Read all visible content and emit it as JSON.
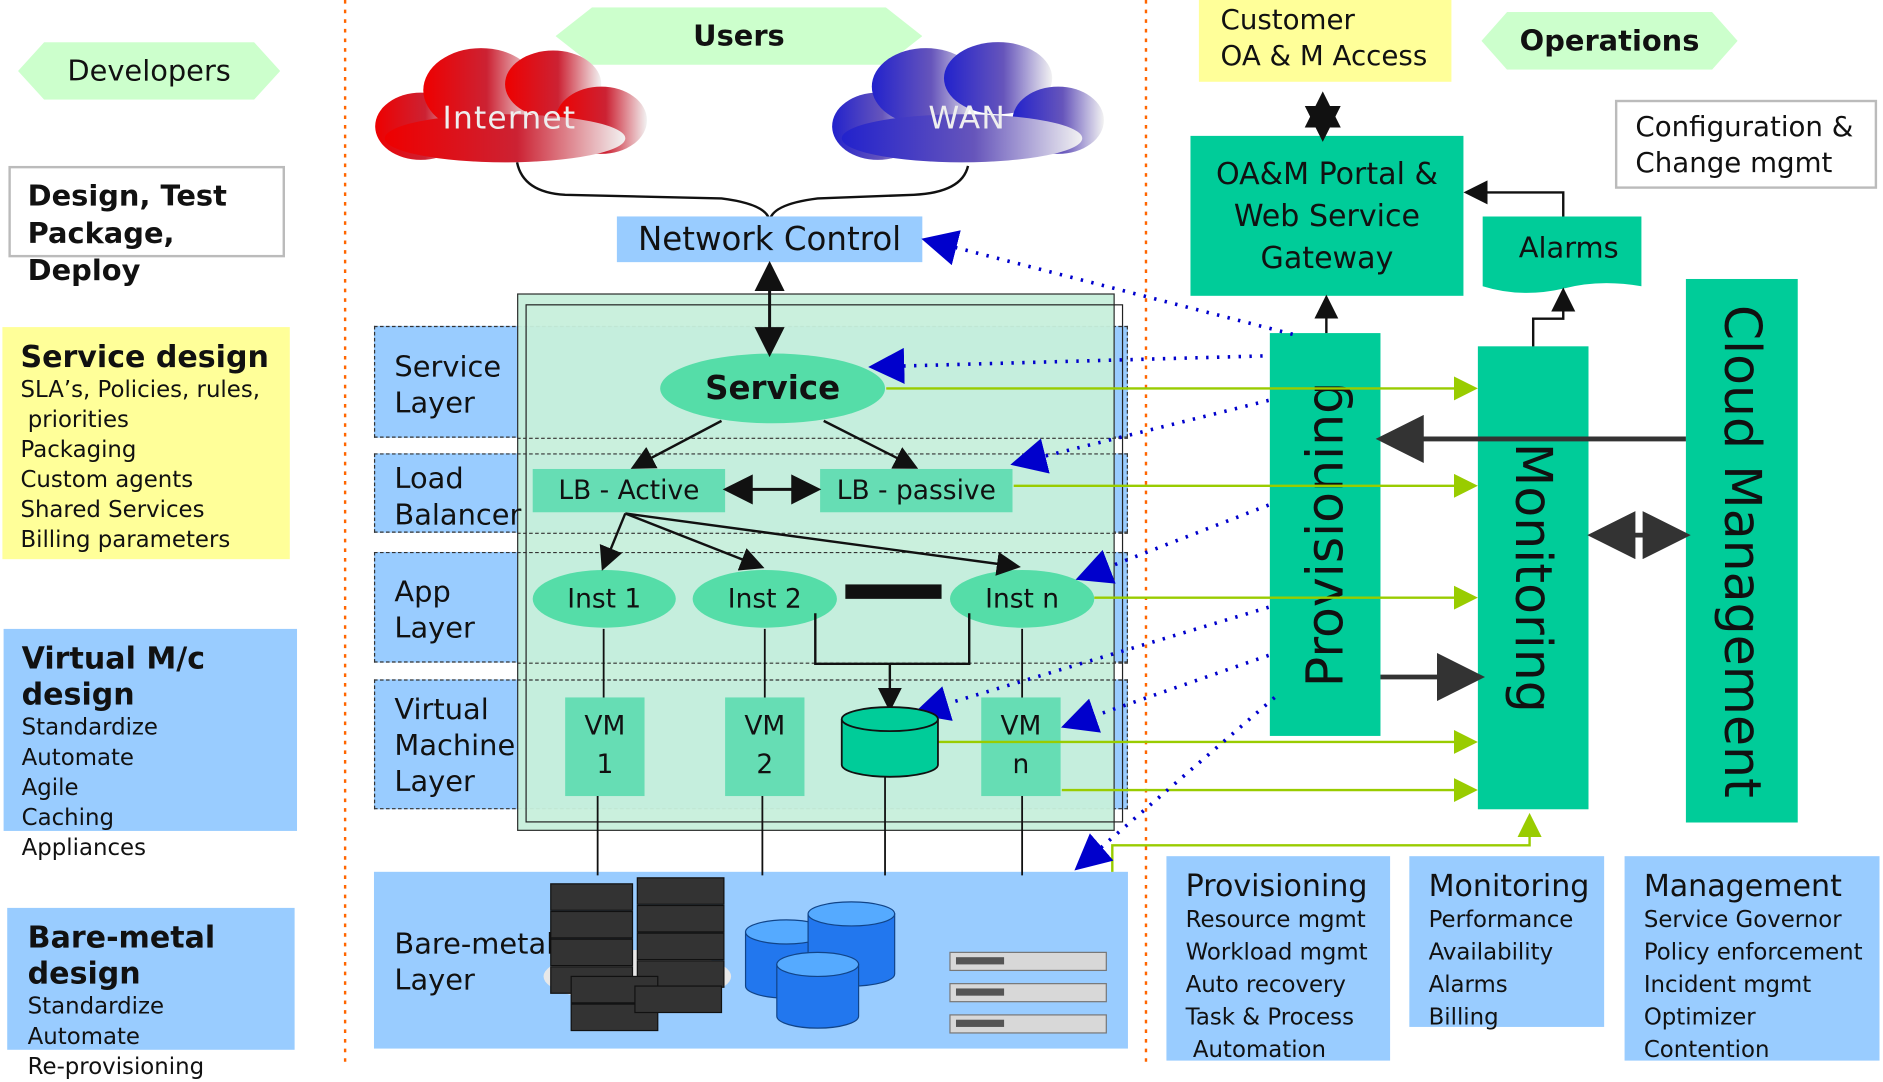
{
  "columns": {
    "developers": "Developers",
    "users": "Users",
    "customer": [
      "Customer",
      "OA & M Access"
    ],
    "operations": "Operations"
  },
  "left": {
    "design_box": [
      "Design, Test",
      "Package, Deploy"
    ],
    "service_design": {
      "title": "Service design",
      "lines": [
        "SLA’s, Policies, rules,",
        " priorities",
        "Packaging",
        "Custom agents",
        "Shared Services",
        "Billing parameters"
      ]
    },
    "vm_design": {
      "title": "Virtual M/c design",
      "lines": [
        "Standardize",
        "Automate",
        "Agile",
        "Caching",
        "Appliances"
      ]
    },
    "bare_design": {
      "title": "Bare-metal design",
      "lines": [
        "Standardize",
        "Automate",
        "Re-provisioning"
      ]
    }
  },
  "center": {
    "clouds": [
      "Internet",
      "WAN"
    ],
    "network_control": "Network Control",
    "layers": {
      "service": [
        "Service",
        "Layer"
      ],
      "lb": [
        "Load",
        "Balancer"
      ],
      "app": [
        "App",
        "Layer"
      ],
      "vm": [
        "Virtual",
        "Machine",
        "Layer"
      ],
      "bare": [
        "Bare-metal",
        "Layer"
      ]
    },
    "service_node": "Service",
    "lb_active": "LB - Active",
    "lb_passive": "LB - passive",
    "inst": [
      "Inst 1",
      "Inst 2",
      "Inst n"
    ],
    "vms": [
      [
        "VM",
        "1"
      ],
      [
        "VM",
        "2"
      ],
      [
        "VM",
        "n"
      ]
    ]
  },
  "right": {
    "portal": [
      "OA&M Portal &",
      "Web Service",
      "Gateway"
    ],
    "alarms": "Alarms",
    "config": [
      "Configuration &",
      "Change mgmt"
    ],
    "provisioning_bar": "Provisioning",
    "monitoring_bar": "Monitoring",
    "cloud_bar": "Cloud Management",
    "prov_box": {
      "title": "Provisioning",
      "lines": [
        "Resource mgmt",
        "Workload mgmt",
        "Auto recovery",
        "Task & Process",
        " Automation"
      ]
    },
    "mon_box": {
      "title": "Monitoring",
      "lines": [
        "Performance",
        "Availability",
        "Alarms",
        "Billing"
      ]
    },
    "mgmt_box": {
      "title": "Management",
      "lines": [
        "Service Governor",
        "Policy enforcement",
        "Incident mgmt",
        "Optimizer",
        "Contention"
      ]
    }
  },
  "colors": {
    "header_green": "#ccffcc",
    "yellow": "#ffff99",
    "blue": "#99ccff",
    "teal": "#00cc99",
    "layer_green": "#bfeedd",
    "arrow_green": "#99cc00",
    "dotted_blue": "#0000cc",
    "divider_orange": "#ff6600"
  }
}
